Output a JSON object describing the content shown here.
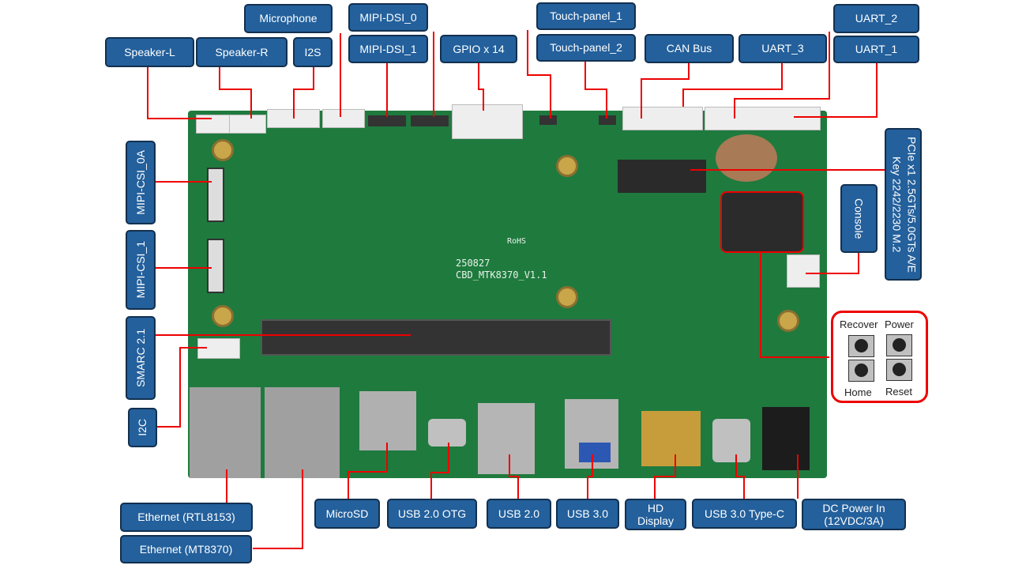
{
  "board": {
    "silk_date": "250827",
    "silk_name": "CBD_MTK8370_V1.1",
    "rohs": "RoHS"
  },
  "labels": {
    "speaker_l": "Speaker-L",
    "speaker_r": "Speaker-R",
    "i2s": "I2S",
    "microphone": "Microphone",
    "mipi_dsi_0": "MIPI-DSI_0",
    "mipi_dsi_1": "MIPI-DSI_1",
    "gpio": "GPIO x 14",
    "touch_1": "Touch-panel_1",
    "touch_2": "Touch-panel_2",
    "can": "CAN Bus",
    "uart_3": "UART_3",
    "uart_2": "UART_2",
    "uart_1": "UART_1",
    "mipi_csi_0a": "MIPI-CSI_0A",
    "mipi_csi_1": "MIPI-CSI_1",
    "smarc": "SMARC 2.1",
    "i2c": "I2C",
    "pcie": "PCIe x1 2.5GTs/5.0GTs A/E Key 2242/2230 M.2",
    "console": "Console",
    "eth1": "Ethernet (RTL8153)",
    "eth2": "Ethernet (MT8370)",
    "microsd": "MicroSD",
    "usb_otg": "USB 2.0 OTG",
    "usb2": "USB 2.0",
    "usb3": "USB 3.0",
    "hd": "HD Display",
    "usbc": "USB 3.0 Type-C",
    "dc": "DC Power In (12VDC/3A)"
  },
  "buttons": {
    "recover": "Recover",
    "power": "Power",
    "home": "Home",
    "reset": "Reset"
  }
}
